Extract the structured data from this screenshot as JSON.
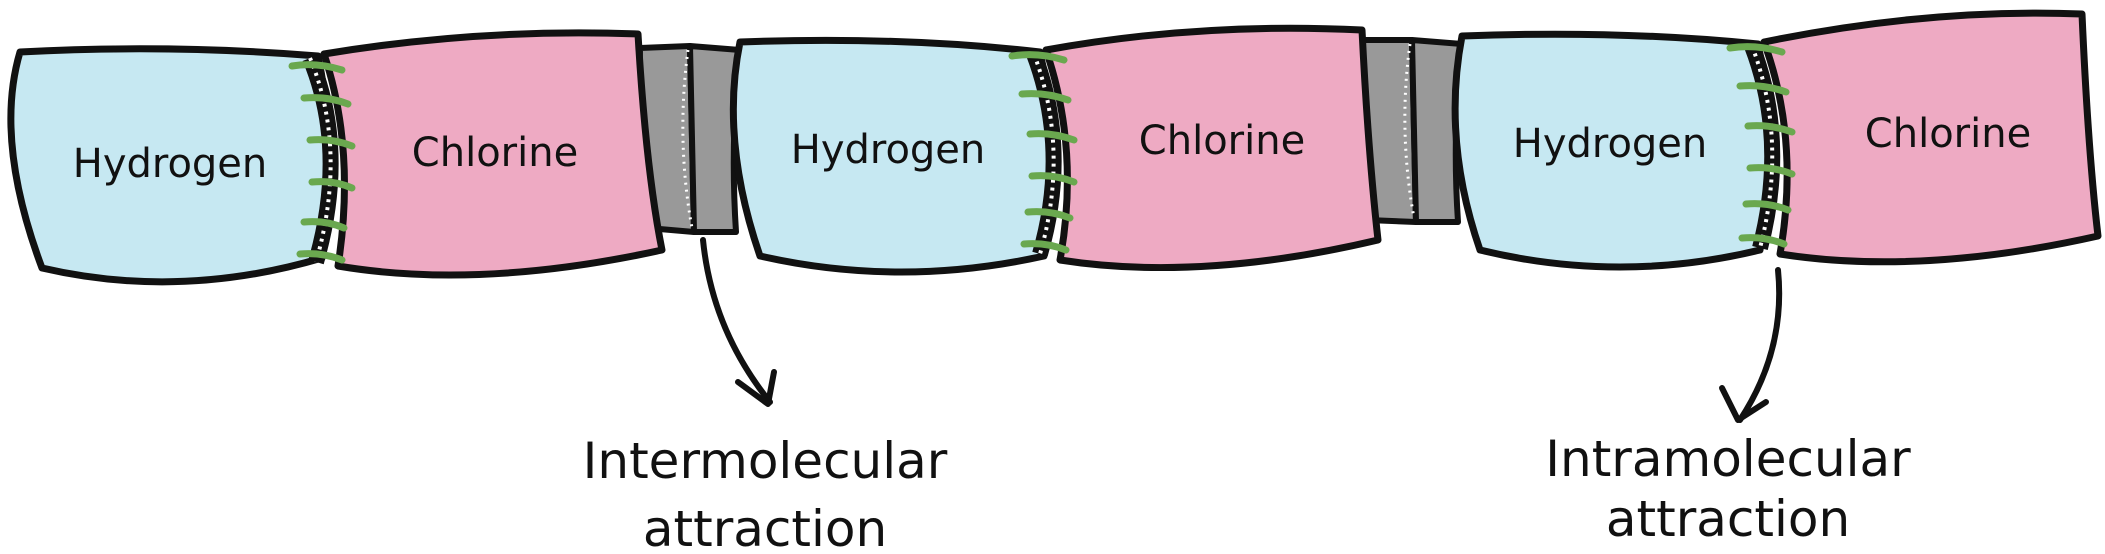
{
  "colors": {
    "hydrogen": "#c6e8f2",
    "chlorine": "#eeaac3",
    "intermolecular_link": "#999999",
    "bond_stitch": "#6aa84f",
    "outline": "#111111"
  },
  "molecules": [
    {
      "hydrogen_label": "Hydrogen",
      "chlorine_label": "Chlorine"
    },
    {
      "hydrogen_label": "Hydrogen",
      "chlorine_label": "Chlorine"
    },
    {
      "hydrogen_label": "Hydrogen",
      "chlorine_label": "Chlorine"
    }
  ],
  "annotations": {
    "intermolecular": {
      "line1": "Intermolecular",
      "line2": "attraction"
    },
    "intramolecular": {
      "line1": "Intramolecular",
      "line2": "attraction"
    }
  }
}
